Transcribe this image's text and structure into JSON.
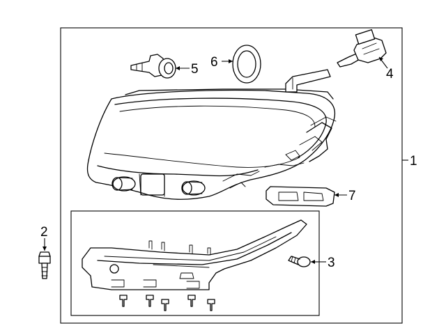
{
  "callouts": {
    "headlamp_assembly": "1",
    "bolt": "2",
    "reflector_bracket": "3",
    "bulb": "4",
    "bulb_socket": "5",
    "seal": "6",
    "mounting_bracket": "7"
  },
  "colors": {
    "line": "#000000",
    "background": "#ffffff"
  }
}
